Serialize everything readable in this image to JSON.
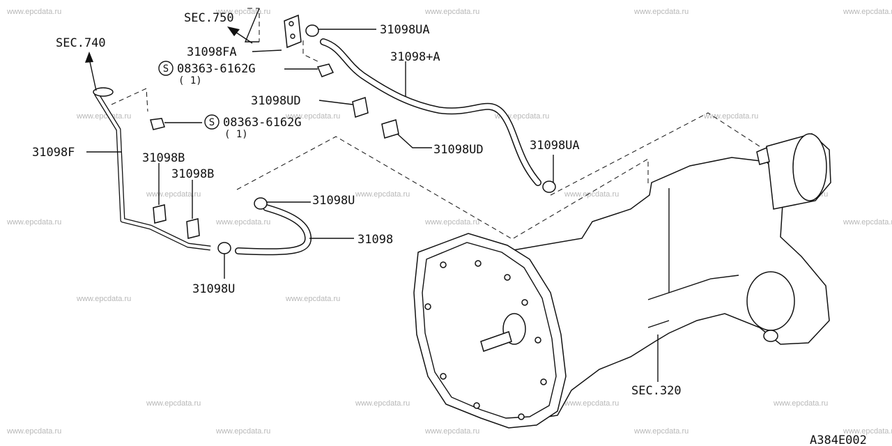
{
  "watermark": "www.epcdata.ru",
  "diagram_code": "A384E002",
  "labels": {
    "sec750": "SEC.750",
    "sec740": "SEC.740",
    "sec320": "SEC.320",
    "p31098UA_top": "31098UA",
    "p31098FA": "31098FA",
    "p31098pA": "31098+A",
    "bolt_top": "08363-6162G",
    "bolt_top_qty": "( 1)",
    "p31098UD_top": "31098UD",
    "bolt_mid": "08363-6162G",
    "bolt_mid_qty": "( 1)",
    "p31098UD_mid": "31098UD",
    "p31098UA_right": "31098UA",
    "p31098F": "31098F",
    "p31098B_1": "31098B",
    "p31098B_2": "31098B",
    "p31098U_mid": "31098U",
    "p31098": "31098",
    "p31098U_bottom": "31098U"
  },
  "symbols": {
    "s_mark": "S"
  }
}
